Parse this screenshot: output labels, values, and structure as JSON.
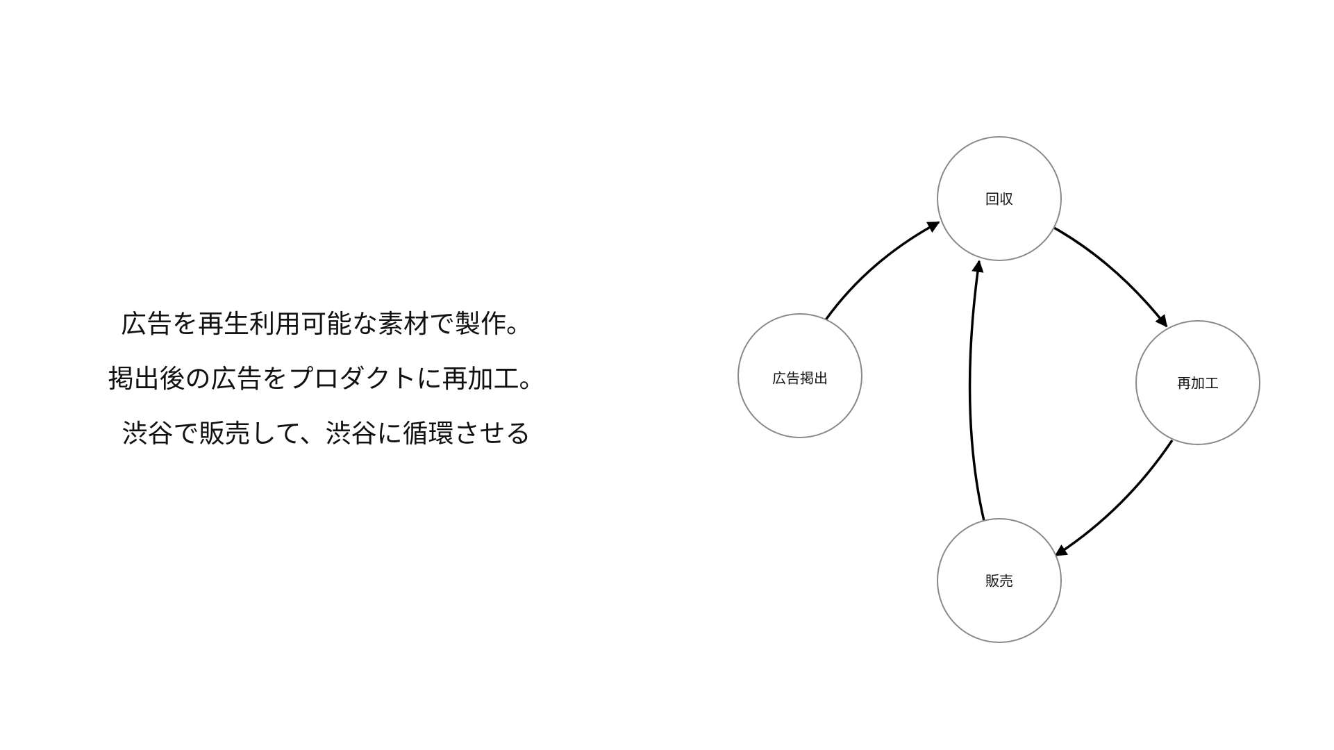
{
  "description_lines": [
    "広告を再生利用可能な素材で製作。",
    "掲出後の広告をプロダクトに再加工。",
    "渋谷で販売して、渋谷に循環させる"
  ],
  "diagram": {
    "nodes": [
      {
        "id": "collect",
        "label": "回収"
      },
      {
        "id": "post",
        "label": "広告掲出"
      },
      {
        "id": "reprocess",
        "label": "再加工"
      },
      {
        "id": "sell",
        "label": "販売"
      }
    ],
    "edges": [
      {
        "from": "post",
        "to": "collect"
      },
      {
        "from": "collect",
        "to": "reprocess"
      },
      {
        "from": "reprocess",
        "to": "sell"
      },
      {
        "from": "sell",
        "to": "collect"
      }
    ],
    "colors": {
      "node_stroke": "#888888",
      "edge": "#000000"
    }
  }
}
